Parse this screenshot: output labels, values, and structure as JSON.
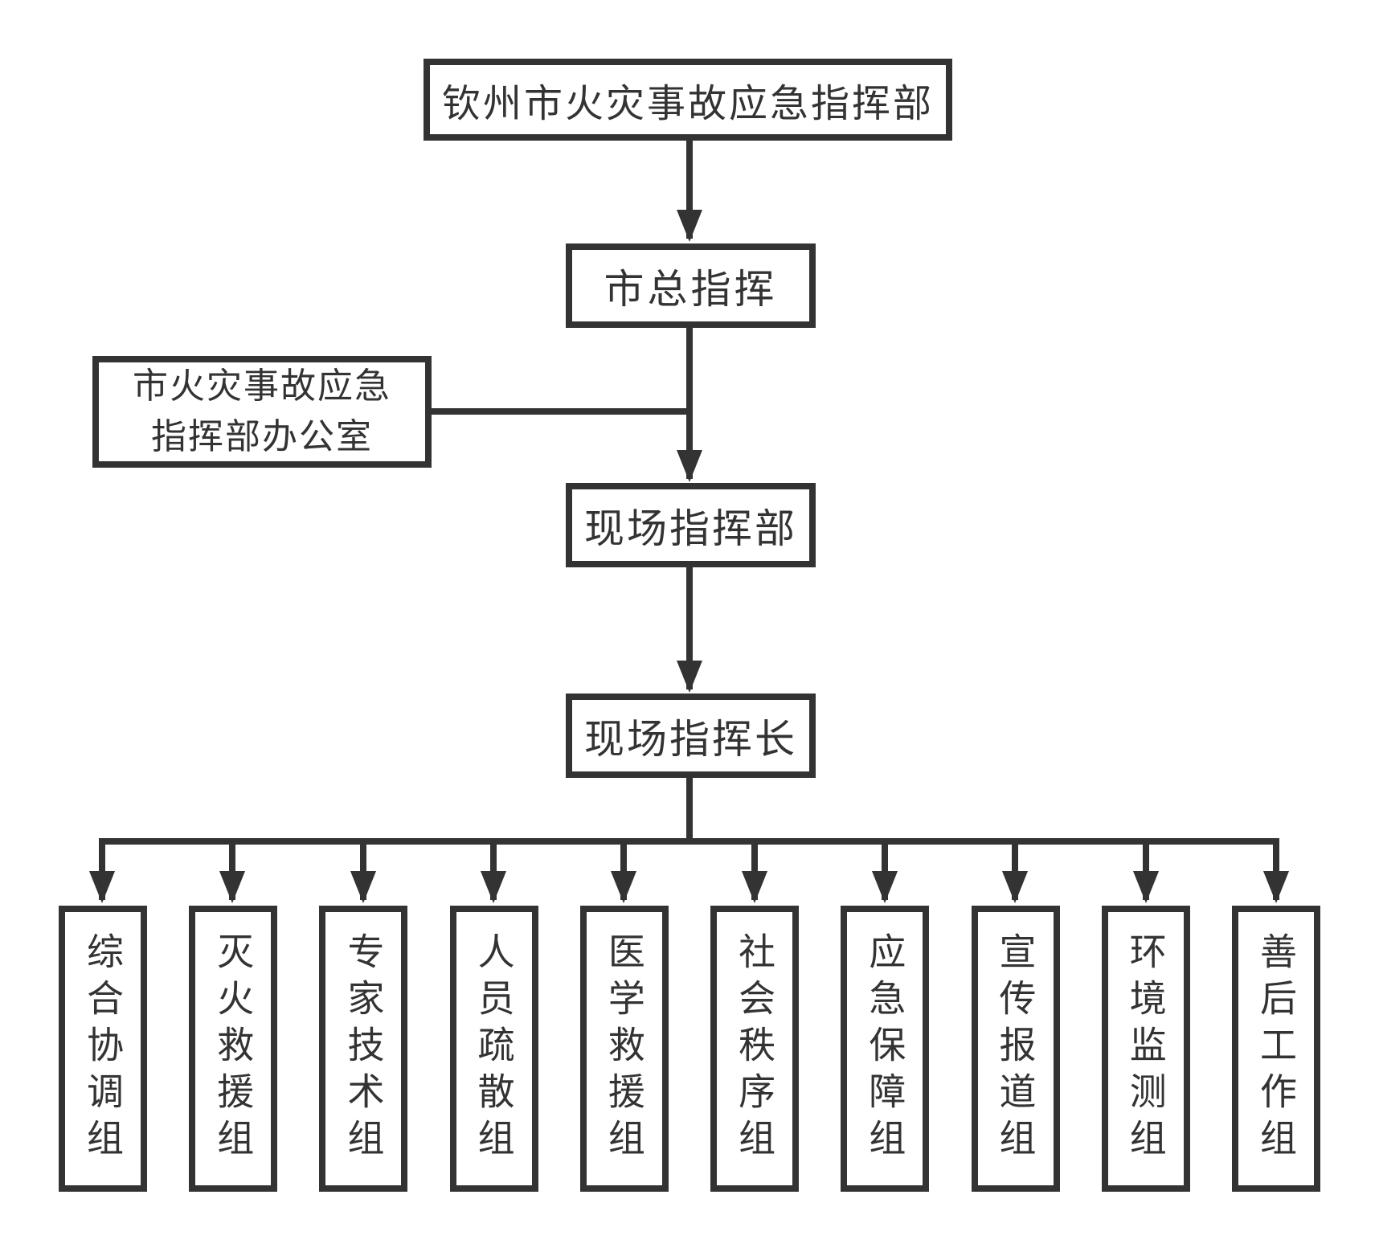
{
  "diagram": {
    "nodes": {
      "root": "钦州市火灾事故应急指挥部",
      "city_commander": "市总指挥",
      "office": {
        "line1": "市火灾事故应急",
        "line2": "指挥部办公室"
      },
      "site_hq": "现场指挥部",
      "site_chief": "现场指挥长"
    },
    "groups": [
      "综合协调组",
      "灭火救援组",
      "专家技术组",
      "人员疏散组",
      "医学救援组",
      "社会秩序组",
      "应急保障组",
      "宣传报道组",
      "环境监测组",
      "善后工作组"
    ],
    "colors": {
      "line": "#333333",
      "text": "#333333",
      "background": "#ffffff"
    }
  }
}
